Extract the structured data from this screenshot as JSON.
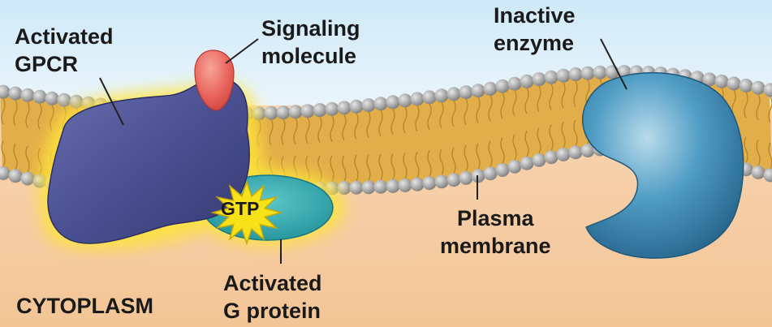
{
  "labels": {
    "activated_gpcr": [
      "Activated",
      "GPCR"
    ],
    "signaling_molecule": [
      "Signaling",
      "molecule"
    ],
    "inactive_enzyme": [
      "Inactive",
      "enzyme"
    ],
    "gtp": "GTP",
    "plasma_membrane": [
      "Plasma",
      "membrane"
    ],
    "cytoplasm": "CYTOPLASM",
    "activated_g_protein": [
      "Activated",
      "G protein"
    ]
  },
  "colors": {
    "background_top": "#d8eef9",
    "cytoplasm": "#f6cfa6",
    "membrane_core": "#e7b54f",
    "phospholipid_head": "#a8a8a8",
    "gpcr": "#4a4f8c",
    "signaling_molecule": "#e9665c",
    "g_protein": "#2aa3a8",
    "gtp_star": "#f7e21a",
    "enzyme": "#3b86b0",
    "glow": "#ffe000"
  }
}
